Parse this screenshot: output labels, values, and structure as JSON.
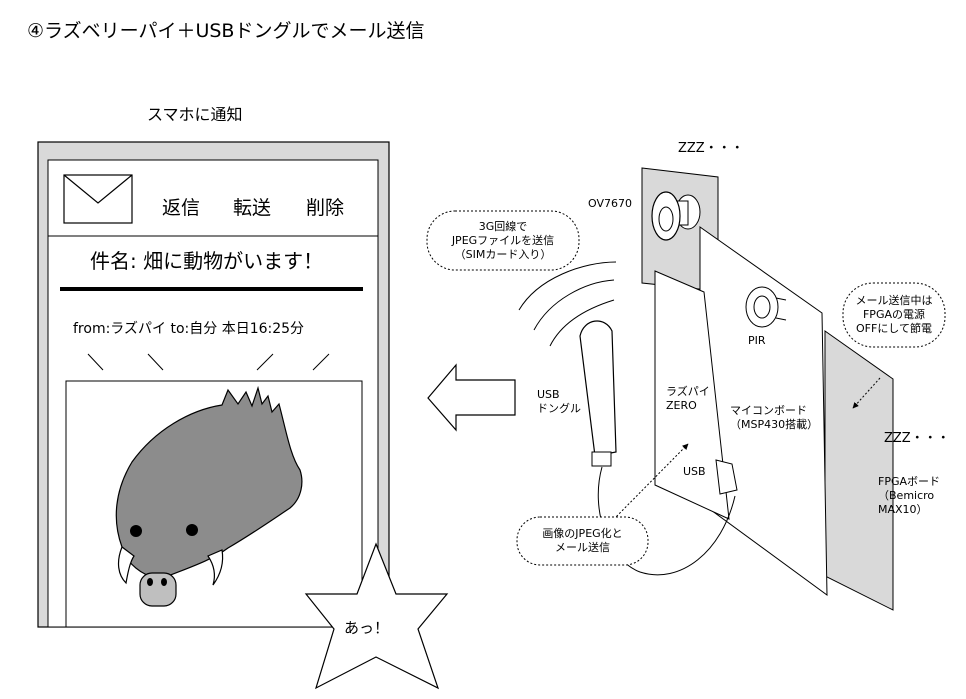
{
  "title": "④ラズベリーパイ＋USBドングルでメール送信",
  "phone": {
    "caption": "スマホに通知",
    "buttons": {
      "reply": "返信",
      "forward": "転送",
      "delete": "削除"
    },
    "subject": "件名:  畑に動物がいます！",
    "from_line": "from:ラズパイ  to:自分  本日16:25分",
    "exclaim": "あっ！"
  },
  "device": {
    "zzz_top": "ZZZ・・・",
    "zzz_right": "ZZZ・・・",
    "camera": "OV7670",
    "pir": "PIR",
    "usb_dongle": [
      "USB",
      "ドングル"
    ],
    "raspi": [
      "ラズパイ",
      "ZERO"
    ],
    "usb_port": "USB",
    "mcu_board": [
      "マイコンボード",
      "（MSP430搭載）"
    ],
    "fpga_board": [
      "FPGAボード",
      "（Bemicro",
      "MAX10）"
    ]
  },
  "bubbles": {
    "send_3g": [
      "3G回線で",
      "JPEGファイルを送信",
      "（SIMカード入り）"
    ],
    "jpeg_mail": [
      "画像のJPEG化と",
      "メール送信"
    ],
    "fpga_power": [
      "メール送信中は",
      "FPGAの電源",
      "OFFにして節電"
    ]
  },
  "colors": {
    "gray": "#d9d9d9",
    "line": "#000000"
  }
}
